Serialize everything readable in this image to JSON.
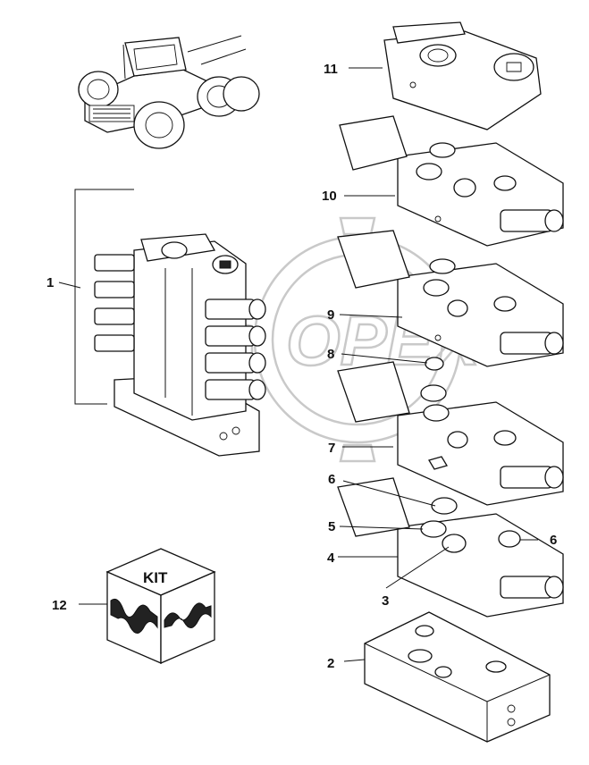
{
  "callouts": [
    {
      "id": "1",
      "label": "1"
    },
    {
      "id": "2",
      "label": "2"
    },
    {
      "id": "3",
      "label": "3"
    },
    {
      "id": "4",
      "label": "4"
    },
    {
      "id": "5",
      "label": "5"
    },
    {
      "id": "6a",
      "label": "6"
    },
    {
      "id": "6b",
      "label": "6"
    },
    {
      "id": "7",
      "label": "7"
    },
    {
      "id": "8",
      "label": "8"
    },
    {
      "id": "9",
      "label": "9"
    },
    {
      "id": "10",
      "label": "10"
    },
    {
      "id": "11",
      "label": "11"
    },
    {
      "id": "12",
      "label": "12"
    }
  ],
  "kit": {
    "label": "KIT"
  },
  "watermark": {
    "text": "OPEX"
  }
}
